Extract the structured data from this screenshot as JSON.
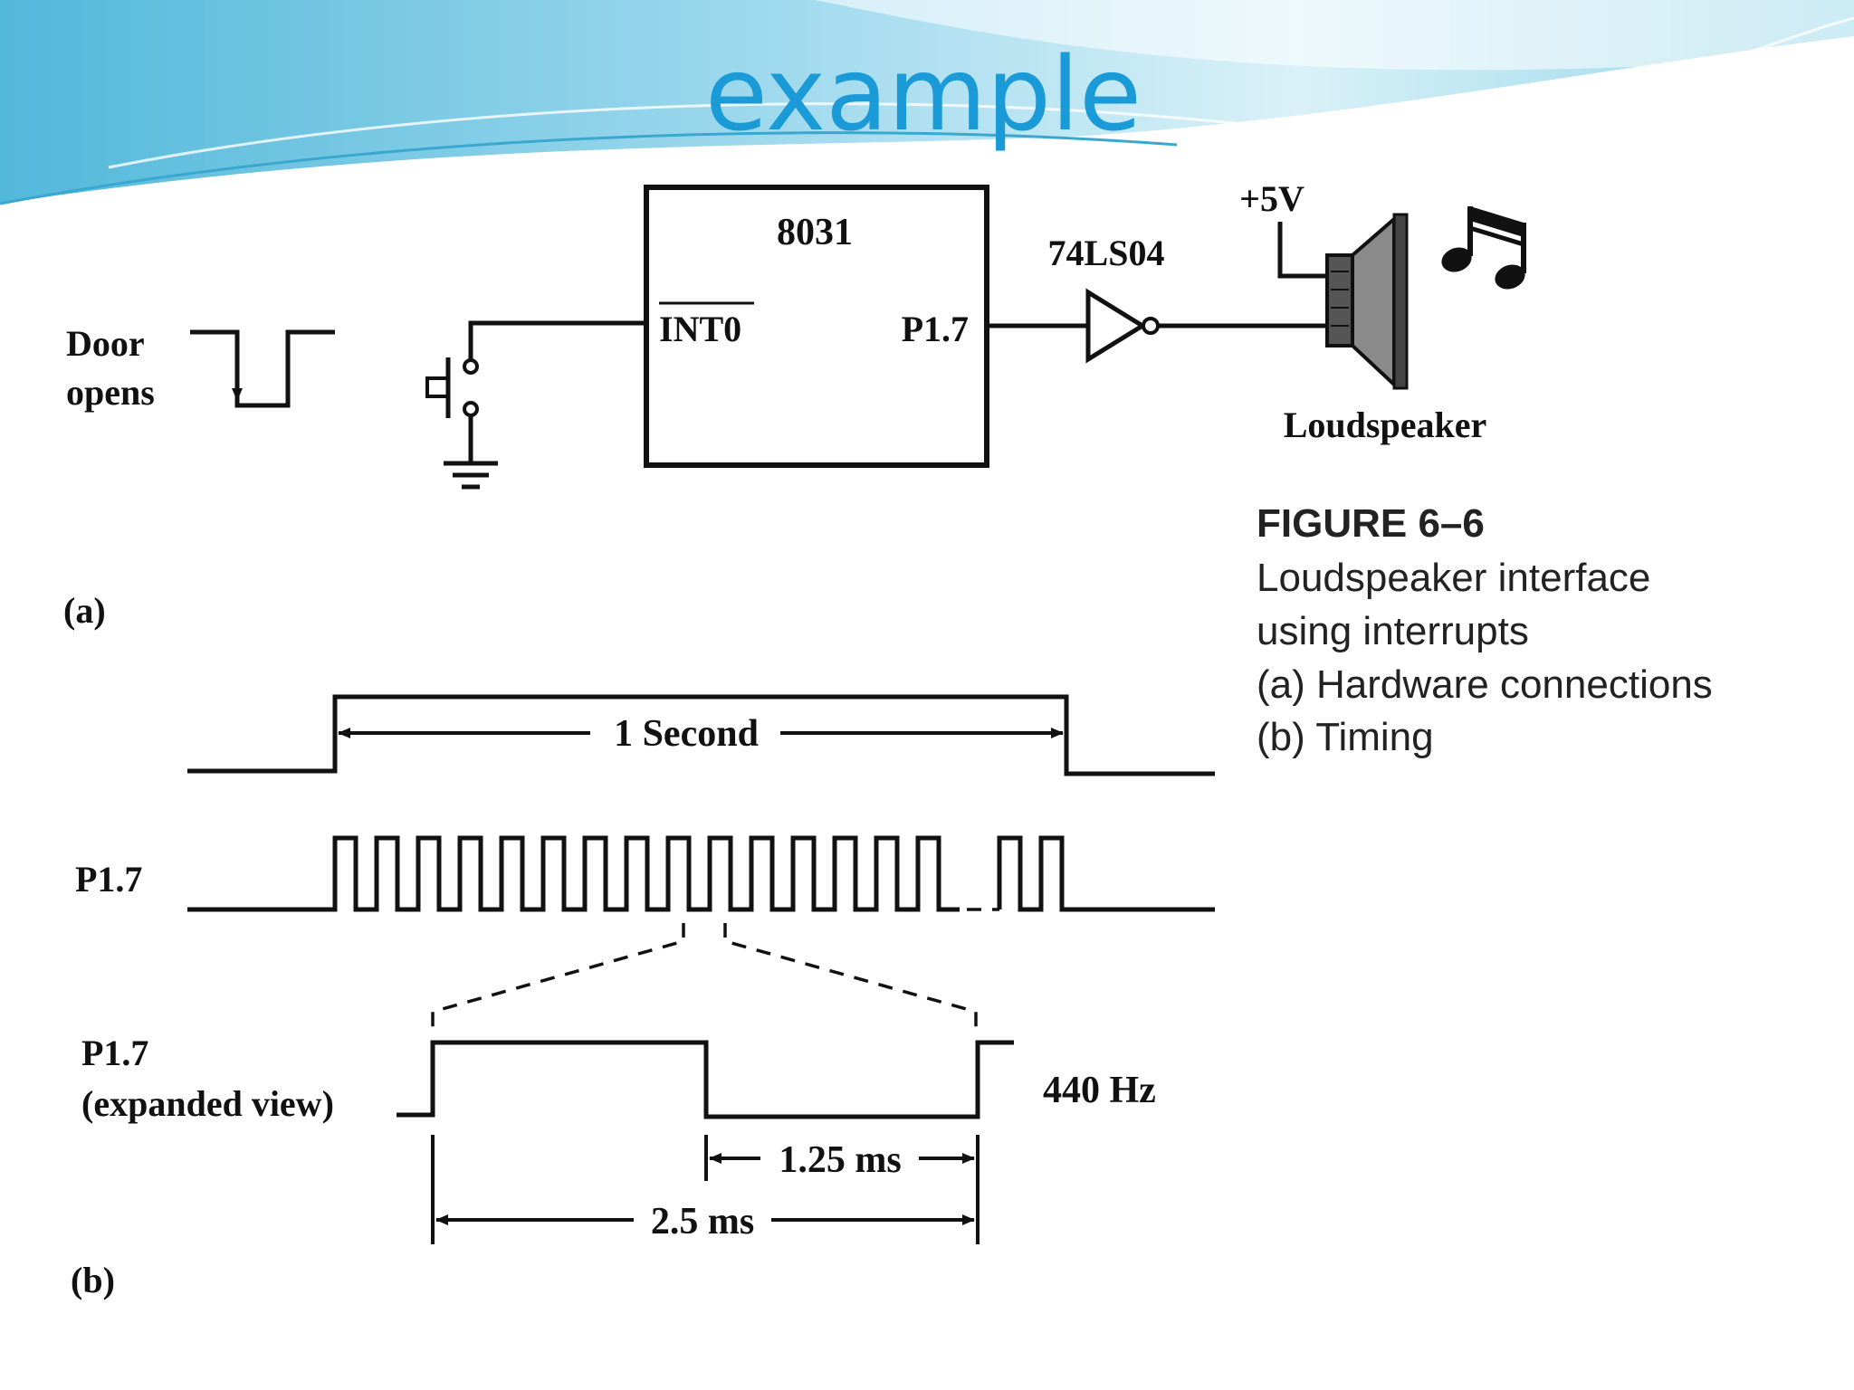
{
  "slide": {
    "title": "example",
    "colors": {
      "title": "#1a9ad6",
      "banner": "#7fcde6"
    }
  },
  "circuit": {
    "door_label_line1": "Door",
    "door_label_line2": "opens",
    "chip_name": "8031",
    "int_pin": "INT0",
    "out_pin": "P1.7",
    "inverter": "74LS04",
    "supply": "+5V",
    "speaker": "Loudspeaker",
    "panel_label": "(a)",
    "icons": [
      "push-button-switch-icon",
      "ground-icon",
      "inverter-gate-icon",
      "loudspeaker-icon",
      "music-note-icon"
    ]
  },
  "caption": {
    "heading": "FIGURE 6–6",
    "line1": "Loudspeaker interface",
    "line2": "using interrupts",
    "line3": "(a) Hardware connections",
    "line4": "(b) Timing"
  },
  "timing": {
    "duration_label": "1 Second",
    "signal_label": "P1.7",
    "expanded_line1": "P1.7",
    "expanded_line2": "(expanded view)",
    "half_period": "1.25 ms",
    "period": "2.5 ms",
    "frequency": "440 Hz",
    "panel_label": "(b)"
  }
}
